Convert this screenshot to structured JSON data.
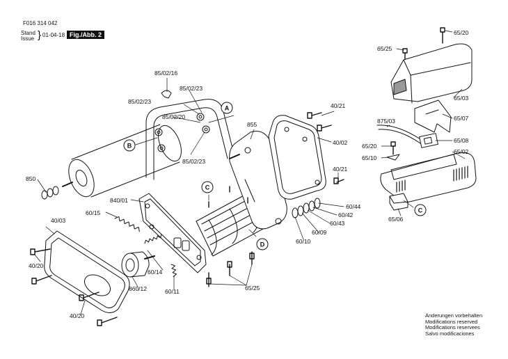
{
  "header": {
    "doc_number": "F016 314 042",
    "stand_label": "Stand",
    "issue_label": "Issue",
    "date": "01-04-18",
    "figure": "Fig./Abb. 2"
  },
  "part_labels": {
    "p65_20_top": "65/20",
    "p65_25_top": "65/25",
    "p65_03": "65/03",
    "p65_07": "65/07",
    "p875_03": "875/03",
    "p65_08": "65/08",
    "p65_20_mid": "65/20",
    "p65_02": "65/02",
    "p65_10": "65/10",
    "p65_06": "65/06",
    "p85_02_16": "85/02/16",
    "p85_02_23_a": "85/02/23",
    "p85_02_23_b": "85/02/23",
    "p85_02_20": "85/02/20",
    "p85_02_23_c": "85/02/23",
    "p40_21_a": "40/21",
    "p855": "855",
    "p40_02": "40/02",
    "p40_21_b": "40/21",
    "p850": "850",
    "p840_01": "840/01",
    "p60_15": "60/15",
    "p40_03": "40/03",
    "p60_44": "60/44",
    "p60_42": "60/42",
    "p60_43": "60/43",
    "p60_09": "60/09",
    "p60_10": "60/10",
    "p40_20_a": "40/20",
    "p60_14": "60/14",
    "p860_12": "860/12",
    "p60_11": "60/11",
    "p65_25_bottom": "65/25",
    "p40_20_b": "40/20"
  },
  "callouts": {
    "a": "A",
    "b": "B",
    "c_left": "C",
    "c_right": "C",
    "d": "D"
  },
  "notes": [
    "Änderungen vorbehalten",
    "Modifications reserved",
    "Modifications reservees",
    "Salvo modificaciones"
  ]
}
